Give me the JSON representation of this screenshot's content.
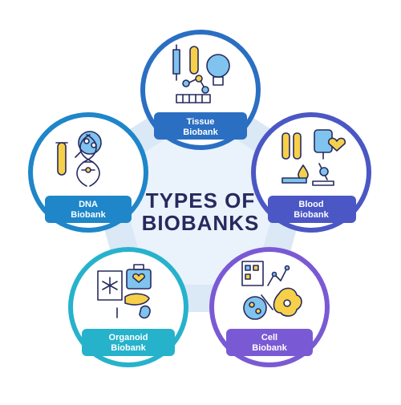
{
  "title": {
    "line1": "TYPES OF",
    "line2": "BIOBANKS"
  },
  "nodes": [
    {
      "id": "tissue",
      "line1": "Tissue",
      "line2": "Biobank",
      "color": "#2b6fc2",
      "icon": "tissue-lab-icon"
    },
    {
      "id": "blood",
      "line1": "Blood",
      "line2": "Biobank",
      "color": "#4b57c4",
      "icon": "blood-tubes-icon"
    },
    {
      "id": "cell",
      "line1": "Cell",
      "line2": "Biobank",
      "color": "#7a5ad4",
      "icon": "cell-microscopy-icon"
    },
    {
      "id": "organoid",
      "line1": "Organoid",
      "line2": "Biobank",
      "color": "#27b2cc",
      "icon": "organoid-kit-icon"
    },
    {
      "id": "dna",
      "line1": "DNA",
      "line2": "Biobank",
      "color": "#1e86c9",
      "icon": "dna-helix-icon"
    }
  ],
  "colors": {
    "ink": "#262a5e",
    "connector": "#dbe8f6",
    "icon_fill_blue": "#7fc3ee",
    "icon_fill_yellow": "#f7d04a"
  }
}
